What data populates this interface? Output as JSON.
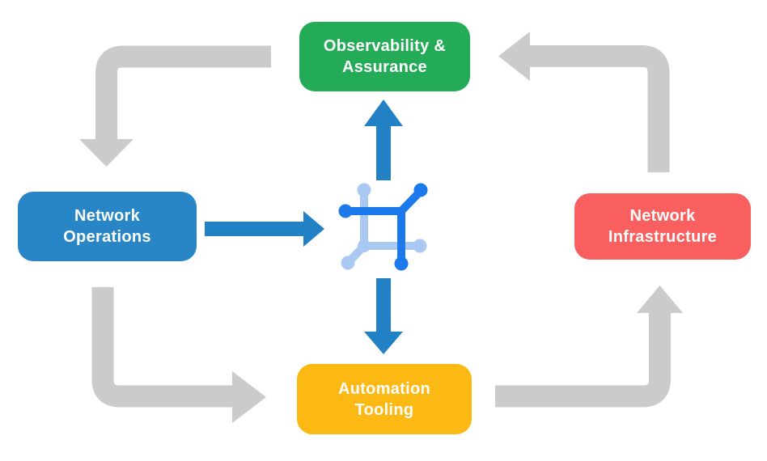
{
  "diagram": {
    "nodes": {
      "observability": {
        "line1": "Observability &",
        "line2": "Assurance",
        "color": "#23AB58"
      },
      "operations": {
        "line1": "Network",
        "line2": "Operations",
        "color": "#2886C6"
      },
      "infrastructure": {
        "line1": "Network",
        "line2": "Infrastructure",
        "color": "#FA5F5F"
      },
      "automation": {
        "line1": "Automation",
        "line2": "Tooling",
        "color": "#FCB813"
      }
    },
    "center_icon": {
      "name": "network-automation-hub-icon",
      "color_dark": "#1B79EB",
      "color_light": "#A9C9F2"
    },
    "arrow_colors": {
      "cycle_gray": "#CBCBCB",
      "hub_blue": "#2181C4"
    },
    "flows": [
      {
        "from": "Observability & Assurance",
        "to": "Network Operations",
        "style": "gray-cycle"
      },
      {
        "from": "Network Operations",
        "to": "Automation Tooling",
        "style": "gray-cycle"
      },
      {
        "from": "Automation Tooling",
        "to": "Network Infrastructure",
        "style": "gray-cycle"
      },
      {
        "from": "Network Infrastructure",
        "to": "Observability & Assurance",
        "style": "gray-cycle"
      },
      {
        "from": "Network Operations",
        "to": "center-hub",
        "style": "blue"
      },
      {
        "from": "center-hub",
        "to": "Observability & Assurance",
        "style": "blue"
      },
      {
        "from": "center-hub",
        "to": "Automation Tooling",
        "style": "blue"
      }
    ]
  }
}
